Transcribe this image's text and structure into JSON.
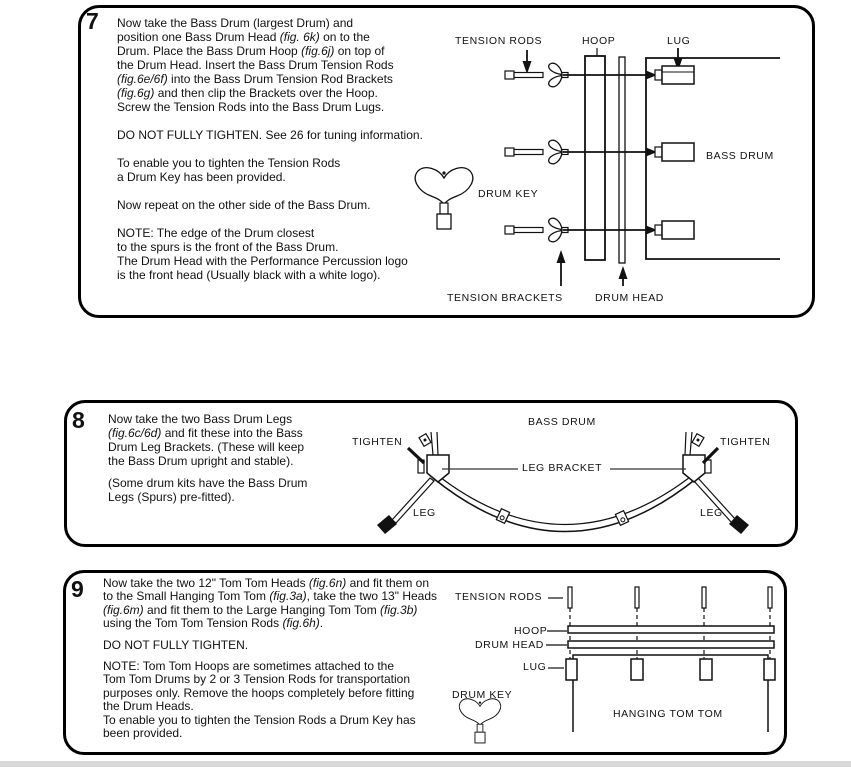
{
  "page": {
    "background": "#ffffff",
    "ink": "#111111"
  },
  "sections": [
    {
      "number": "7",
      "lines": [
        [
          {
            "t": "Now take the Bass Drum (largest Drum) and"
          }
        ],
        [
          {
            "t": "position one Bass Drum Head "
          },
          {
            "t": "(fig. 6k)",
            "i": true
          },
          {
            "t": " on to the"
          }
        ],
        [
          {
            "t": "Drum. Place the Bass Drum Hoop "
          },
          {
            "t": "(fig.6j)",
            "i": true
          },
          {
            "t": " on top of"
          }
        ],
        [
          {
            "t": "the Drum Head. Insert the Bass Drum Tension Rods"
          }
        ],
        [
          {
            "t": "(fig.6e/6f)",
            "i": true
          },
          {
            "t": " into the Bass Drum Tension Rod Brackets"
          }
        ],
        [
          {
            "t": "(fig.6g)",
            "i": true
          },
          {
            "t": " and then clip the Brackets over the Hoop."
          }
        ],
        [
          {
            "t": "Screw the Tension Rods into the Bass Drum Lugs."
          }
        ],
        [],
        [
          {
            "t": "DO NOT FULLY TIGHTEN. See 26 for tuning information."
          }
        ],
        [],
        [
          {
            "t": "To enable you to tighten the Tension Rods"
          }
        ],
        [
          {
            "t": "a Drum Key has been provided."
          }
        ],
        [],
        [
          {
            "t": "Now repeat on the other side of the Bass Drum."
          }
        ],
        [],
        [
          {
            "t": "NOTE: The edge of the Drum closest"
          }
        ],
        [
          {
            "t": "to the spurs is the front of the Bass Drum."
          }
        ],
        [
          {
            "t": "The Drum Head with the Performance Percussion logo"
          }
        ],
        [
          {
            "t": "is the front head (Usually black with a white logo)."
          }
        ]
      ],
      "labels": {
        "tension_rods": "TENSION RODS",
        "hoop": "HOOP",
        "lug": "LUG",
        "bass_drum": "BASS DRUM",
        "drum_key": "DRUM KEY",
        "tension_brackets": "TENSION BRACKETS",
        "drum_head": "DRUM HEAD"
      }
    },
    {
      "number": "8",
      "lines": [
        [
          {
            "t": "Now take the two Bass Drum Legs"
          }
        ],
        [
          {
            "t": "(fig.6c/6d)",
            "i": true
          },
          {
            "t": " and fit these into the Bass"
          }
        ],
        [
          {
            "t": "Drum Leg Brackets. (These will keep"
          }
        ],
        [
          {
            "t": "the Bass Drum upright and stable)."
          }
        ],
        [],
        [
          {
            "t": "(Some drum kits have the Bass Drum"
          }
        ],
        [
          {
            "t": "Legs (Spurs) pre-fitted)."
          }
        ]
      ],
      "labels": {
        "bass_drum": "BASS DRUM",
        "tighten_left": "TIGHTEN",
        "tighten_right": "TIGHTEN",
        "leg_bracket": "LEG BRACKET",
        "leg_left": "LEG",
        "leg_right": "LEG"
      }
    },
    {
      "number": "9",
      "lines": [
        [
          {
            "t": "Now take the two 12\" Tom Tom Heads "
          },
          {
            "t": "(fig.6n)",
            "i": true
          },
          {
            "t": " and fit them on"
          }
        ],
        [
          {
            "t": "to the Small Hanging Tom Tom "
          },
          {
            "t": "(fig.3a)",
            "i": true
          },
          {
            "t": ", take the two 13\" Heads"
          }
        ],
        [
          {
            "t": "(fig.6m)",
            "i": true
          },
          {
            "t": " and fit them to the Large Hanging Tom Tom "
          },
          {
            "t": "(fig.3b)",
            "i": true
          }
        ],
        [
          {
            "t": "using the Tom Tom Tension Rods "
          },
          {
            "t": "(fig.6h)",
            "i": true
          },
          {
            "t": "."
          }
        ],
        [],
        [
          {
            "t": "DO NOT FULLY TIGHTEN."
          }
        ],
        [],
        [
          {
            "t": "NOTE: Tom Tom Hoops are sometimes attached to the"
          }
        ],
        [
          {
            "t": "Tom Tom Drums by 2 or 3 Tension Rods for transportation"
          }
        ],
        [
          {
            "t": "purposes only. Remove the hoops completely before fitting"
          }
        ],
        [
          {
            "t": "the Drum Heads."
          }
        ],
        [
          {
            "t": "To enable you to tighten the Tension Rods a Drum Key has"
          }
        ],
        [
          {
            "t": "been provided."
          }
        ]
      ],
      "labels": {
        "tension_rods": "TENSION RODS",
        "hoop": "HOOP",
        "drum_head": "DRUM HEAD",
        "lug": "LUG",
        "drum_key": "DRUM KEY",
        "hanging_tom_tom": "HANGING TOM TOM"
      }
    }
  ]
}
